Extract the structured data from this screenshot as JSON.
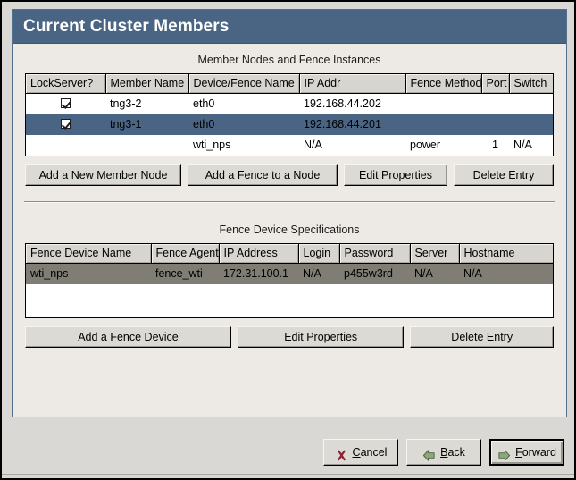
{
  "window": {
    "title": "Current Cluster Members",
    "colors": {
      "titlebar_bg": "#4a6484",
      "panel_bg": "#edeae5",
      "window_bg": "#d9d8d4",
      "selection_blue": "#4a6484",
      "selection_taupe": "#807d74",
      "header_cell_bg": "#d7d5cf",
      "button_face": "#dcdad5"
    }
  },
  "members_section": {
    "caption": "Member Nodes and Fence Instances",
    "columns": [
      "LockServer?",
      "Member Name",
      "Device/Fence Name",
      "IP Addr",
      "Fence Method",
      "Port",
      "Switch"
    ],
    "rows": [
      {
        "lockserver": true,
        "member_name": "tng3-2",
        "device_fence_name": "eth0",
        "ip_addr": "192.168.44.202",
        "fence_method": "",
        "port": "",
        "switch": "",
        "selected": false
      },
      {
        "lockserver": true,
        "member_name": "tng3-1",
        "device_fence_name": "eth0",
        "ip_addr": "192.168.44.201",
        "fence_method": "",
        "port": "",
        "switch": "",
        "selected": true
      },
      {
        "lockserver": false,
        "member_name": "",
        "device_fence_name": "wti_nps",
        "ip_addr": "N/A",
        "fence_method": "power",
        "port": "1",
        "switch": "N/A",
        "selected": false
      }
    ],
    "buttons": [
      "Add a New Member Node",
      "Add a Fence to a Node",
      "Edit Properties",
      "Delete Entry"
    ]
  },
  "fence_section": {
    "caption": "Fence Device Specifications",
    "columns": [
      "Fence Device Name",
      "Fence Agent",
      "IP Address",
      "Login",
      "Password",
      "Server",
      "Hostname"
    ],
    "rows": [
      {
        "fence_device_name": "wti_nps",
        "fence_agent": "fence_wti",
        "ip_address": "172.31.100.1",
        "login": "N/A",
        "password": "p455w3rd",
        "server": "N/A",
        "hostname": "N/A",
        "selected": true
      }
    ],
    "buttons": [
      "Add a Fence Device",
      "Edit Properties",
      "Delete Entry"
    ]
  },
  "navigation": {
    "cancel": {
      "label": "Cancel",
      "mnemonic": "C",
      "icon": "close-x-icon",
      "icon_color": "#8a2535"
    },
    "back": {
      "label": "Back",
      "mnemonic": "B",
      "icon": "arrow-left-icon",
      "icon_color": "#7a9a6a"
    },
    "forward": {
      "label": "Forward",
      "mnemonic": "F",
      "icon": "arrow-right-icon",
      "icon_color": "#7a9a6a",
      "focused": true
    }
  }
}
